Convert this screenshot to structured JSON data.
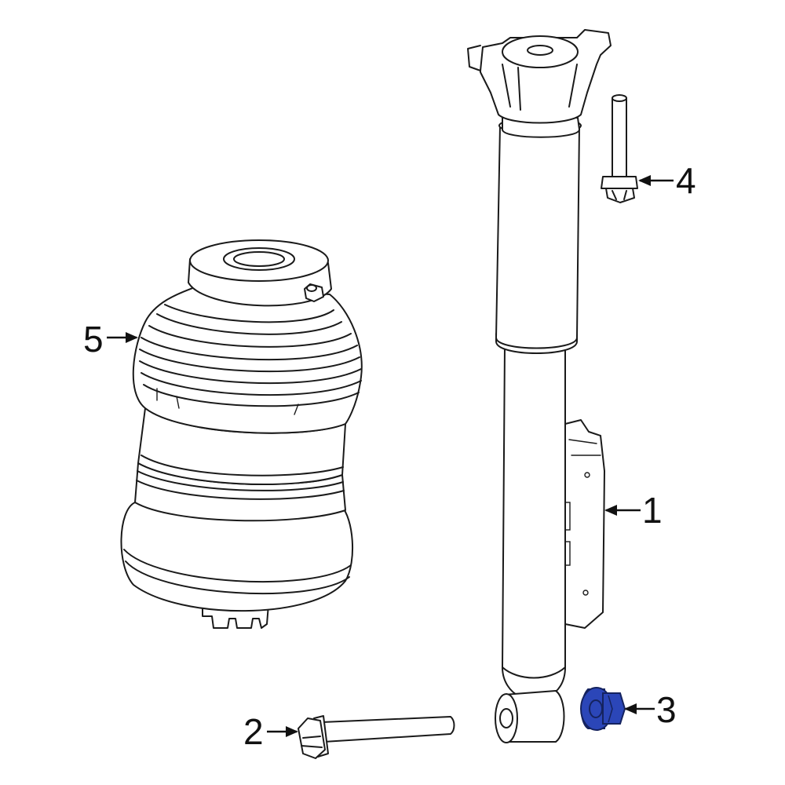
{
  "diagram": {
    "highlight_color": "#2b46b8",
    "callouts": [
      {
        "id": "1",
        "label": "1"
      },
      {
        "id": "2",
        "label": "2"
      },
      {
        "id": "3",
        "label": "3"
      },
      {
        "id": "4",
        "label": "4"
      },
      {
        "id": "5",
        "label": "5"
      }
    ]
  }
}
